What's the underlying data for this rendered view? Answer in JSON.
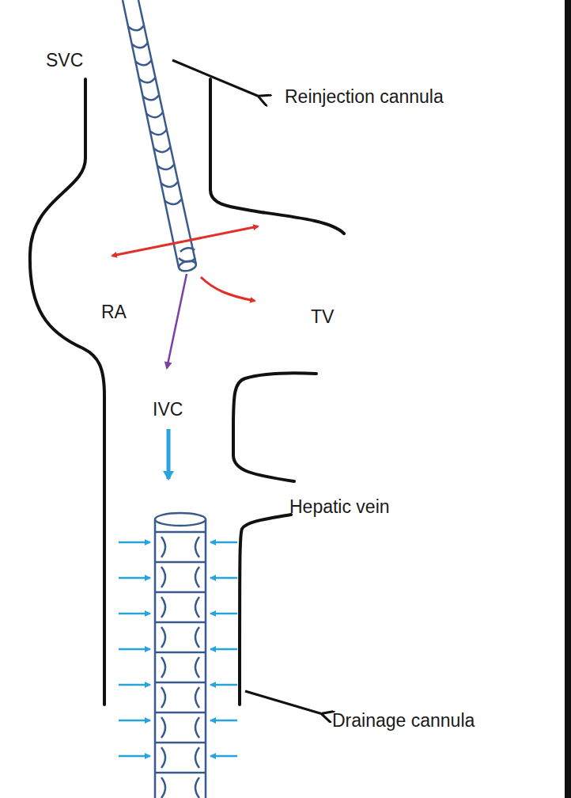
{
  "diagram": {
    "labels": [
      "SVC",
      "Reinjection cannula",
      "RA",
      "TV",
      "IVC",
      "Hepatic vein",
      "Drainage cannula"
    ]
  }
}
